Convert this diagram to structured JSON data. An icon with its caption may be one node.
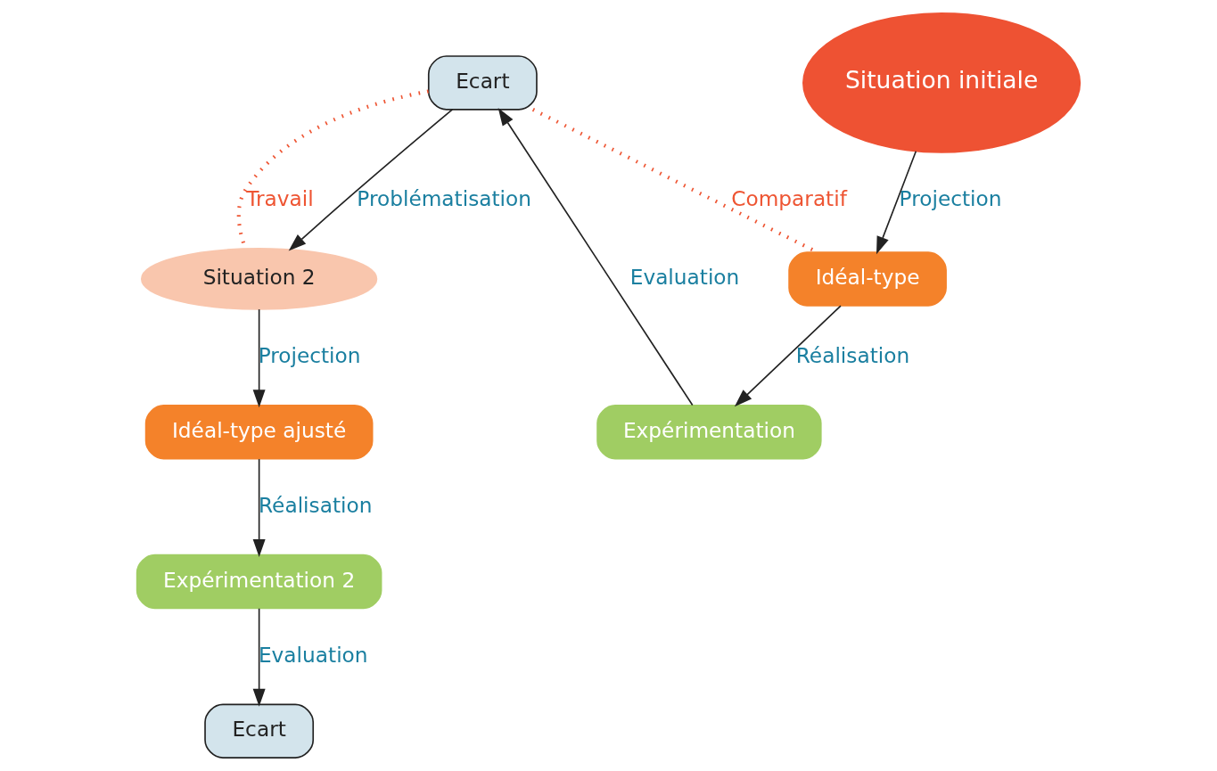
{
  "diagram": {
    "nodes": [
      {
        "text": [
          "Ecart"
        ]
      },
      {
        "text": [
          "Expérimentation"
        ]
      },
      {
        "text": [
          "Situation 2"
        ]
      },
      {
        "text": [
          "Situation initiale"
        ]
      },
      {
        "text": [
          "Idéal-type"
        ]
      },
      {
        "text": [
          "Ecart"
        ]
      },
      {
        "text": [
          "Idéal-type ajusté"
        ]
      },
      {
        "text": [
          "Expérimentation 2"
        ]
      }
    ],
    "edges": [
      {
        "from": 1,
        "to": 0,
        "arrow": "to",
        "label": "Evaluation"
      },
      {
        "from": 0,
        "to": 2,
        "arrow": "to",
        "label": "Problématisation"
      },
      {
        "from": 0,
        "to": 2,
        "arrow": "none",
        "label": "Travail",
        "style": "dashed",
        "color": "#ee5533"
      },
      {
        "from": 0,
        "to": 4,
        "arrow": "none",
        "label": "Comparatif",
        "style": "dashed",
        "color": "#ee5533"
      },
      {
        "from": 3,
        "to": 4,
        "arrow": "to",
        "label": "Projection"
      },
      {
        "from": 4,
        "to": 1,
        "arrow": "to",
        "label": "Réalisation"
      },
      {
        "from": 2,
        "to": 6,
        "arrow": "to",
        "label": "Projection"
      },
      {
        "from": 6,
        "to": 7,
        "arrow": "to",
        "label": "Réalisation"
      },
      {
        "from": 7,
        "to": 5,
        "arrow": "to",
        "label": "Evaluation"
      }
    ]
  }
}
